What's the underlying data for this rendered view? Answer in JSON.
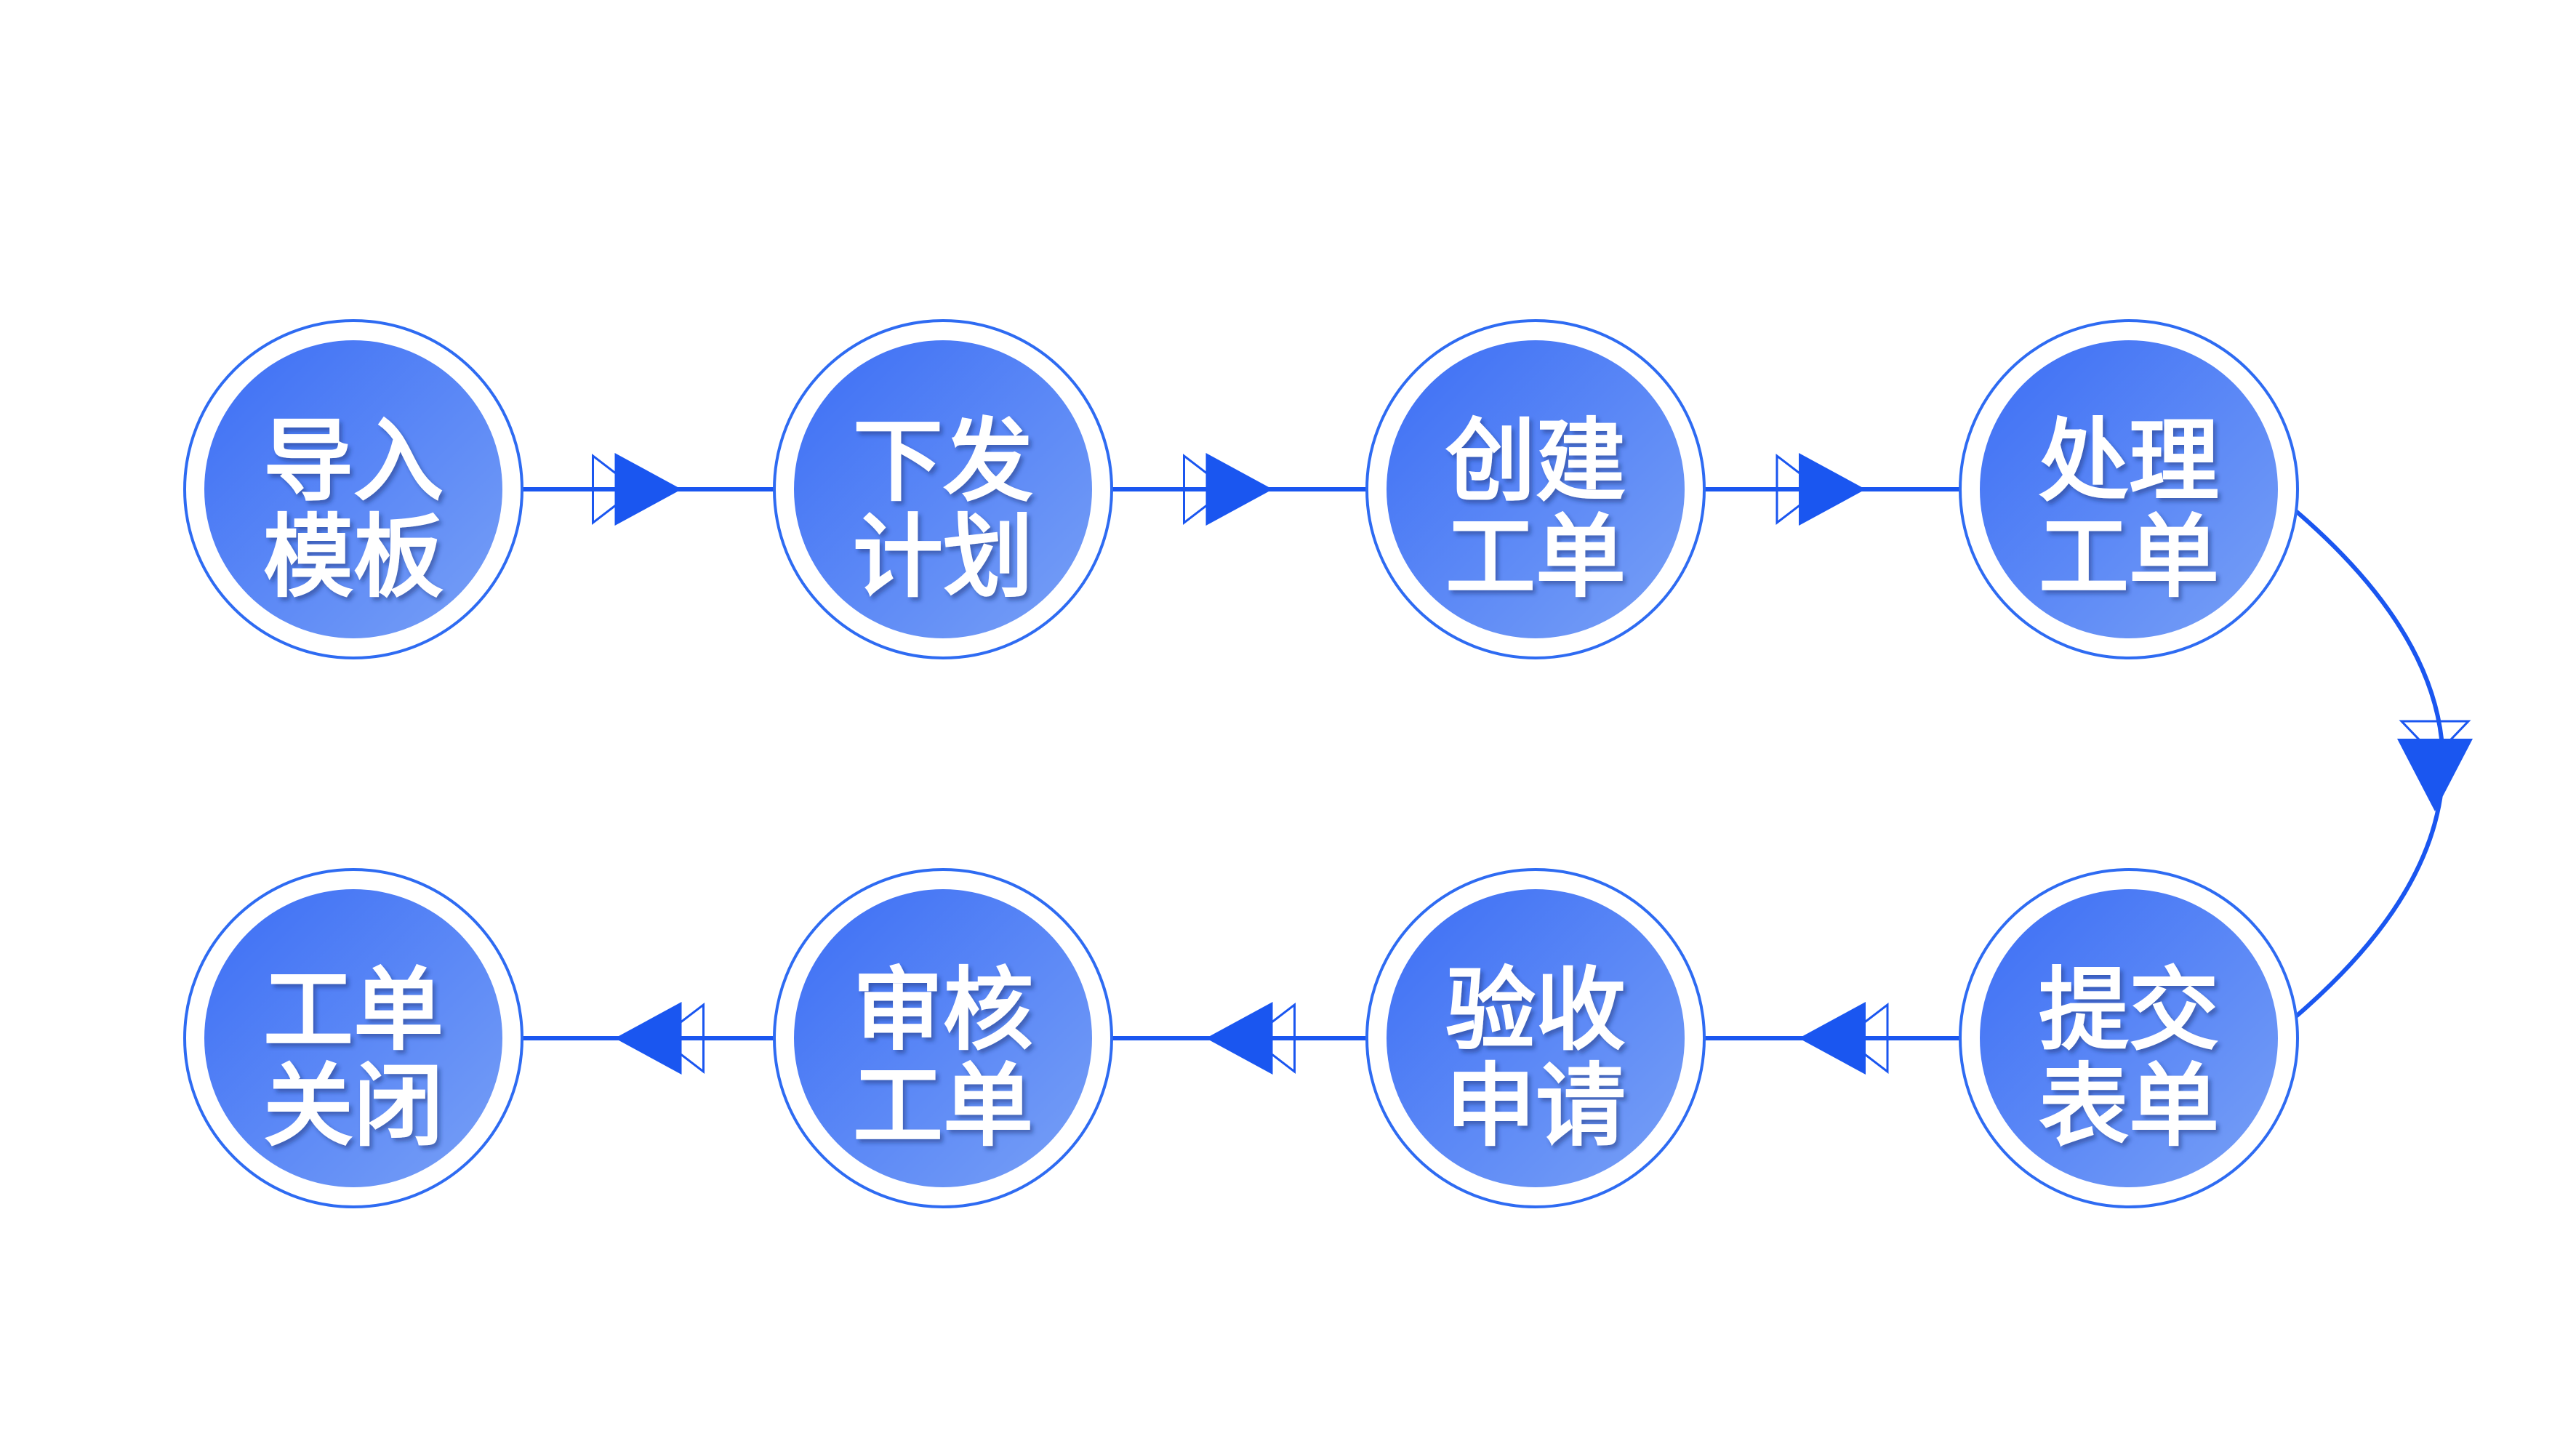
{
  "colors": {
    "accent": "#1a56f0",
    "ring": "#2e6bf2",
    "node_fill_start": "#3c6ef5",
    "node_fill_end": "#78a0f6",
    "label": "#ffffff",
    "background": "#ffffff"
  },
  "steps": [
    {
      "line1": "导入",
      "line2": "模板"
    },
    {
      "line1": "下发",
      "line2": "计划"
    },
    {
      "line1": "创建",
      "line2": "工单"
    },
    {
      "line1": "处理",
      "line2": "工单"
    },
    {
      "line1": "提交",
      "line2": "表单"
    },
    {
      "line1": "验收",
      "line2": "申请"
    },
    {
      "line1": "审核",
      "line2": "工单"
    },
    {
      "line1": "工单",
      "line2": "关闭"
    }
  ]
}
